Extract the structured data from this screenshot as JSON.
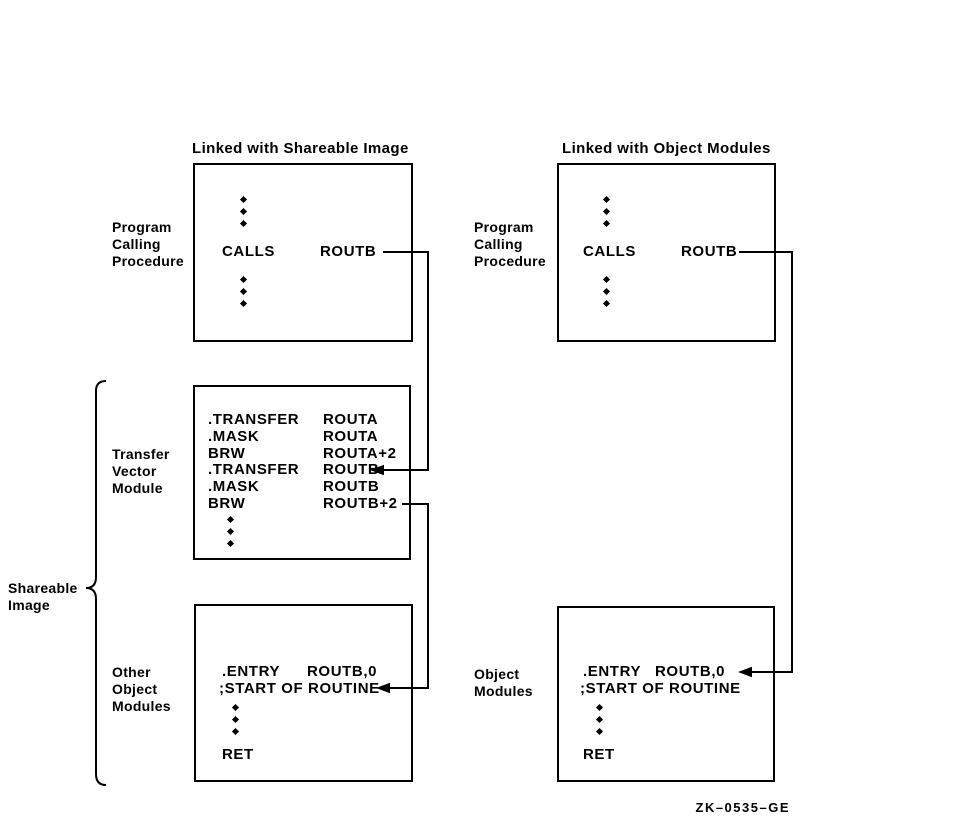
{
  "figure_label": "ZK–0535–GE",
  "colors": {
    "ink": "#000000",
    "background": "#ffffff"
  },
  "left_panel": {
    "header": "Linked with Shareable Image",
    "program_box": {
      "side_label": "Program\nCalling\nProcedure",
      "instruction": {
        "mnemonic": "CALLS",
        "operand": "ROUTB"
      }
    },
    "transfer_box": {
      "side_label": "Transfer\nVector\nModule",
      "instructions": [
        {
          "mnemonic": ".TRANSFER",
          "operand": "ROUTA"
        },
        {
          "mnemonic": ".MASK",
          "operand": "ROUTA"
        },
        {
          "mnemonic": "BRW",
          "operand": "ROUTA+2"
        },
        {
          "mnemonic": ".TRANSFER",
          "operand": "ROUTB"
        },
        {
          "mnemonic": ".MASK",
          "operand": "ROUTB"
        },
        {
          "mnemonic": "BRW",
          "operand": "ROUTB+2"
        }
      ]
    },
    "routine_box": {
      "side_label": "Other\nObject\nModules",
      "entry": {
        "mnemonic": ".ENTRY",
        "operand": "ROUTB,0"
      },
      "comment": ";START OF ROUTINE",
      "ret": "RET"
    },
    "brace_label": "Shareable\nImage"
  },
  "right_panel": {
    "header": "Linked with Object Modules",
    "program_box": {
      "side_label": "Program\nCalling\nProcedure",
      "instruction": {
        "mnemonic": "CALLS",
        "operand": "ROUTB"
      }
    },
    "routine_box": {
      "side_label": "Object\nModules",
      "entry": {
        "mnemonic": ".ENTRY",
        "operand": "ROUTB,0"
      },
      "comment": ";START OF ROUTINE",
      "ret": "RET"
    }
  }
}
